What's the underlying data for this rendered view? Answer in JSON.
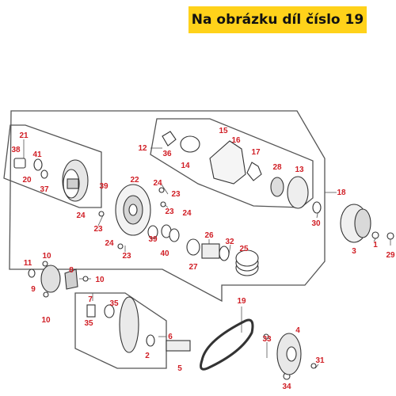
{
  "banner": {
    "text": "Na obrázku díl číslo 19",
    "background": "#ffd21a"
  },
  "callout_color": "#d01e25",
  "line_color": "#555555",
  "parts": [
    "1",
    "2",
    "3",
    "4",
    "5",
    "6",
    "7",
    "8",
    "9",
    "10",
    "11",
    "12",
    "13",
    "14",
    "15",
    "16",
    "17",
    "18",
    "19",
    "20",
    "21",
    "22",
    "23",
    "24",
    "25",
    "26",
    "27",
    "28",
    "29",
    "30",
    "31",
    "32",
    "33",
    "34",
    "35",
    "36",
    "37",
    "38",
    "39",
    "40",
    "41"
  ],
  "labels": {
    "n1": "1",
    "n2": "2",
    "n3": "3",
    "n4": "4",
    "n5": "5",
    "n6": "6",
    "n7": "7",
    "n8": "8",
    "n9": "9",
    "n10a": "10",
    "n10b": "10",
    "n10c": "10",
    "n11": "11",
    "n12": "12",
    "n13": "13",
    "n14": "14",
    "n15": "15",
    "n16": "16",
    "n17": "17",
    "n18": "18",
    "n19": "19",
    "n20": "20",
    "n21": "21",
    "n22": "22",
    "n23a": "23",
    "n23b": "23",
    "n23c": "23",
    "n23d": "23",
    "n24a": "24",
    "n24b": "24",
    "n24c": "24",
    "n24d": "24",
    "n25": "25",
    "n26": "26",
    "n27": "27",
    "n28": "28",
    "n29": "29",
    "n30": "30",
    "n31": "31",
    "n32": "32",
    "n33": "33",
    "n34": "34",
    "n35a": "35",
    "n35b": "35",
    "n36": "36",
    "n37": "37",
    "n38": "38",
    "n39a": "39",
    "n39b": "39",
    "n40": "40",
    "n41": "41"
  }
}
